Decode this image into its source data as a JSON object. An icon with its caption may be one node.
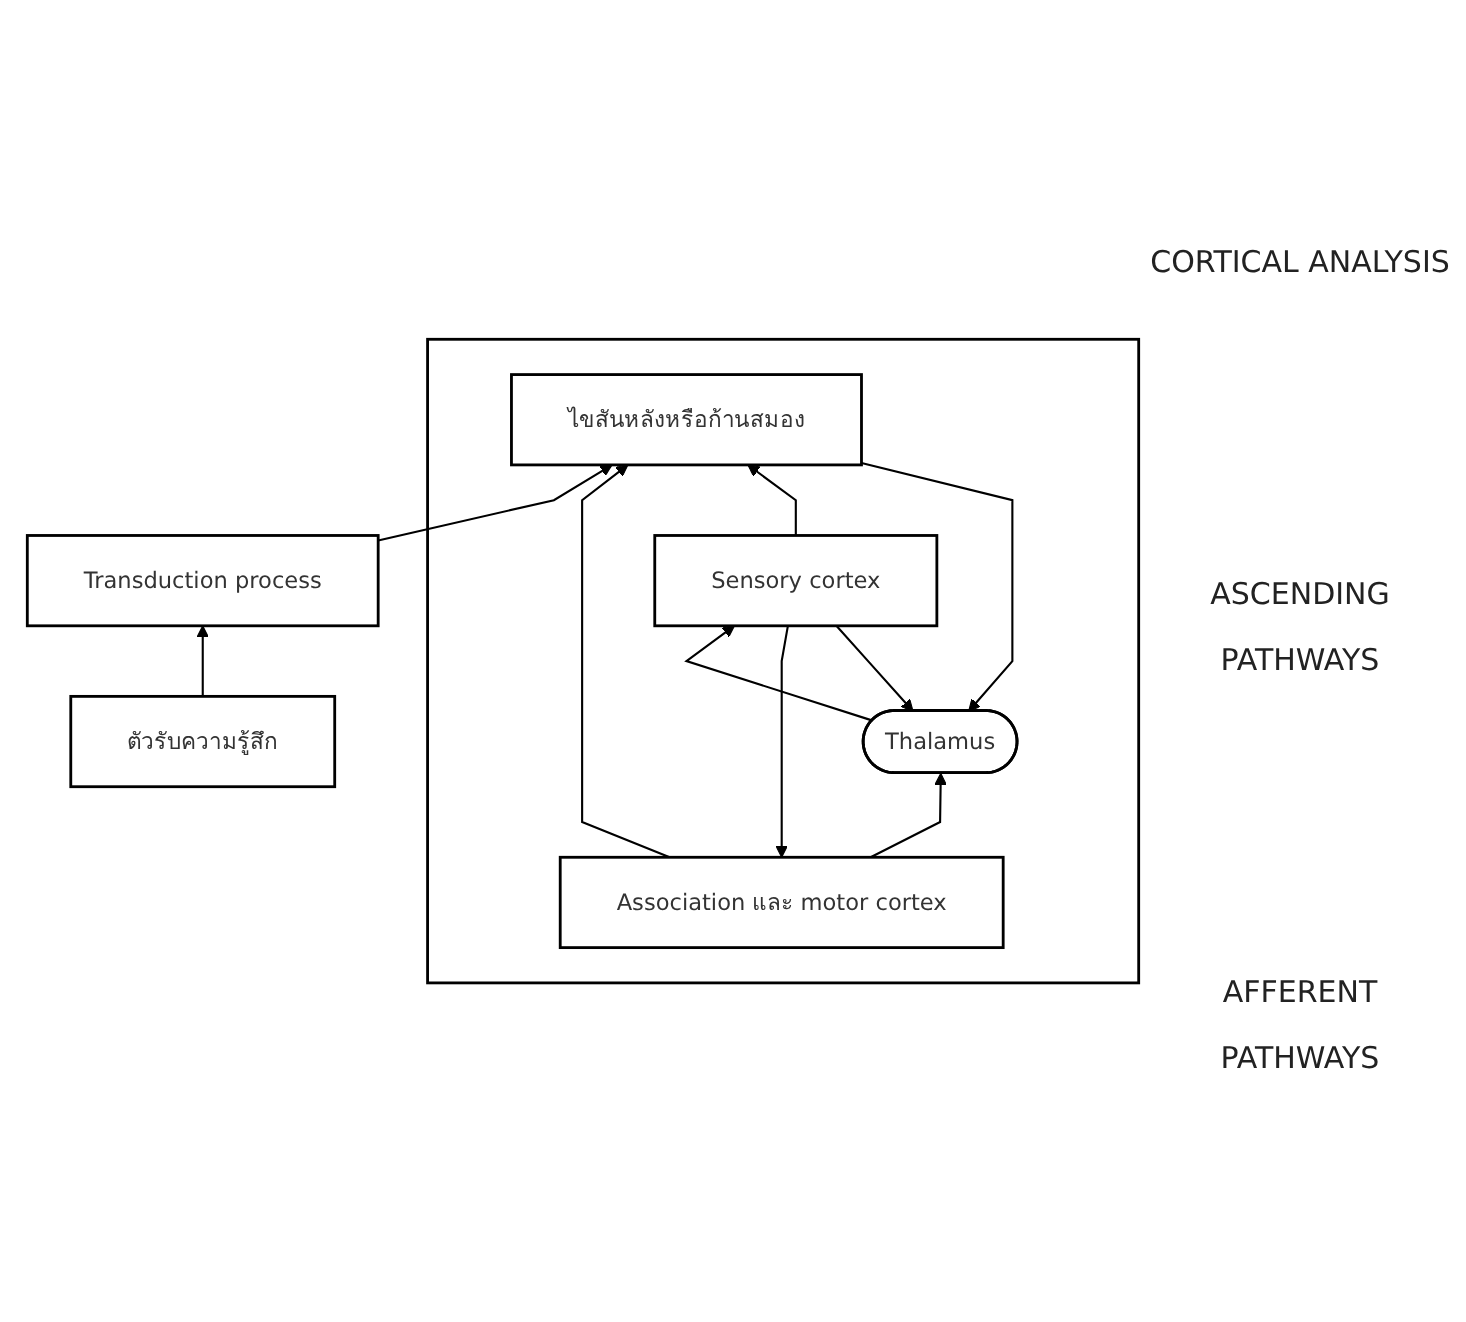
{
  "diagram": {
    "nodes": [
      {
        "text": [],
        "shape": "box"
      },
      {
        "text": [
          "Association และ motor cortex"
        ],
        "in": 0
      },
      {
        "text": [
          "Sensory cortex"
        ],
        "in": 0
      },
      {
        "text": [
          "Thalamus"
        ],
        "in": 0
      },
      {
        "text": [
          "ไขสันหลังหรือก้านสมอง"
        ],
        "in": 0
      },
      {
        "text": [
          "Transduction process"
        ]
      },
      {
        "text": [
          "ตัวรับความรู้สึก"
        ]
      }
    ],
    "edges": [
      {
        "from": 6,
        "to": 5,
        "arrow": "to"
      },
      {
        "from": 5,
        "to": 4,
        "arrow": "to"
      },
      {
        "from": 4,
        "to": 3,
        "arrow": "to"
      },
      {
        "from": 3,
        "to": 2,
        "arrow": "to"
      },
      {
        "from": 2,
        "to": 1,
        "arrow": "to"
      },
      {
        "from": 1,
        "to": 3,
        "arrow": "to"
      },
      {
        "from": 1,
        "to": 4,
        "arrow": "to"
      },
      {
        "from": 2,
        "to": 3,
        "arrow": "to"
      },
      {
        "from": 2,
        "to": 4,
        "arrow": "to"
      }
    ],
    "labels": [
      "CORTICAL ANALYSIS",
      "ASCENDING PATHWAYS",
      "AFFERENT PATHWAYS"
    ]
  }
}
